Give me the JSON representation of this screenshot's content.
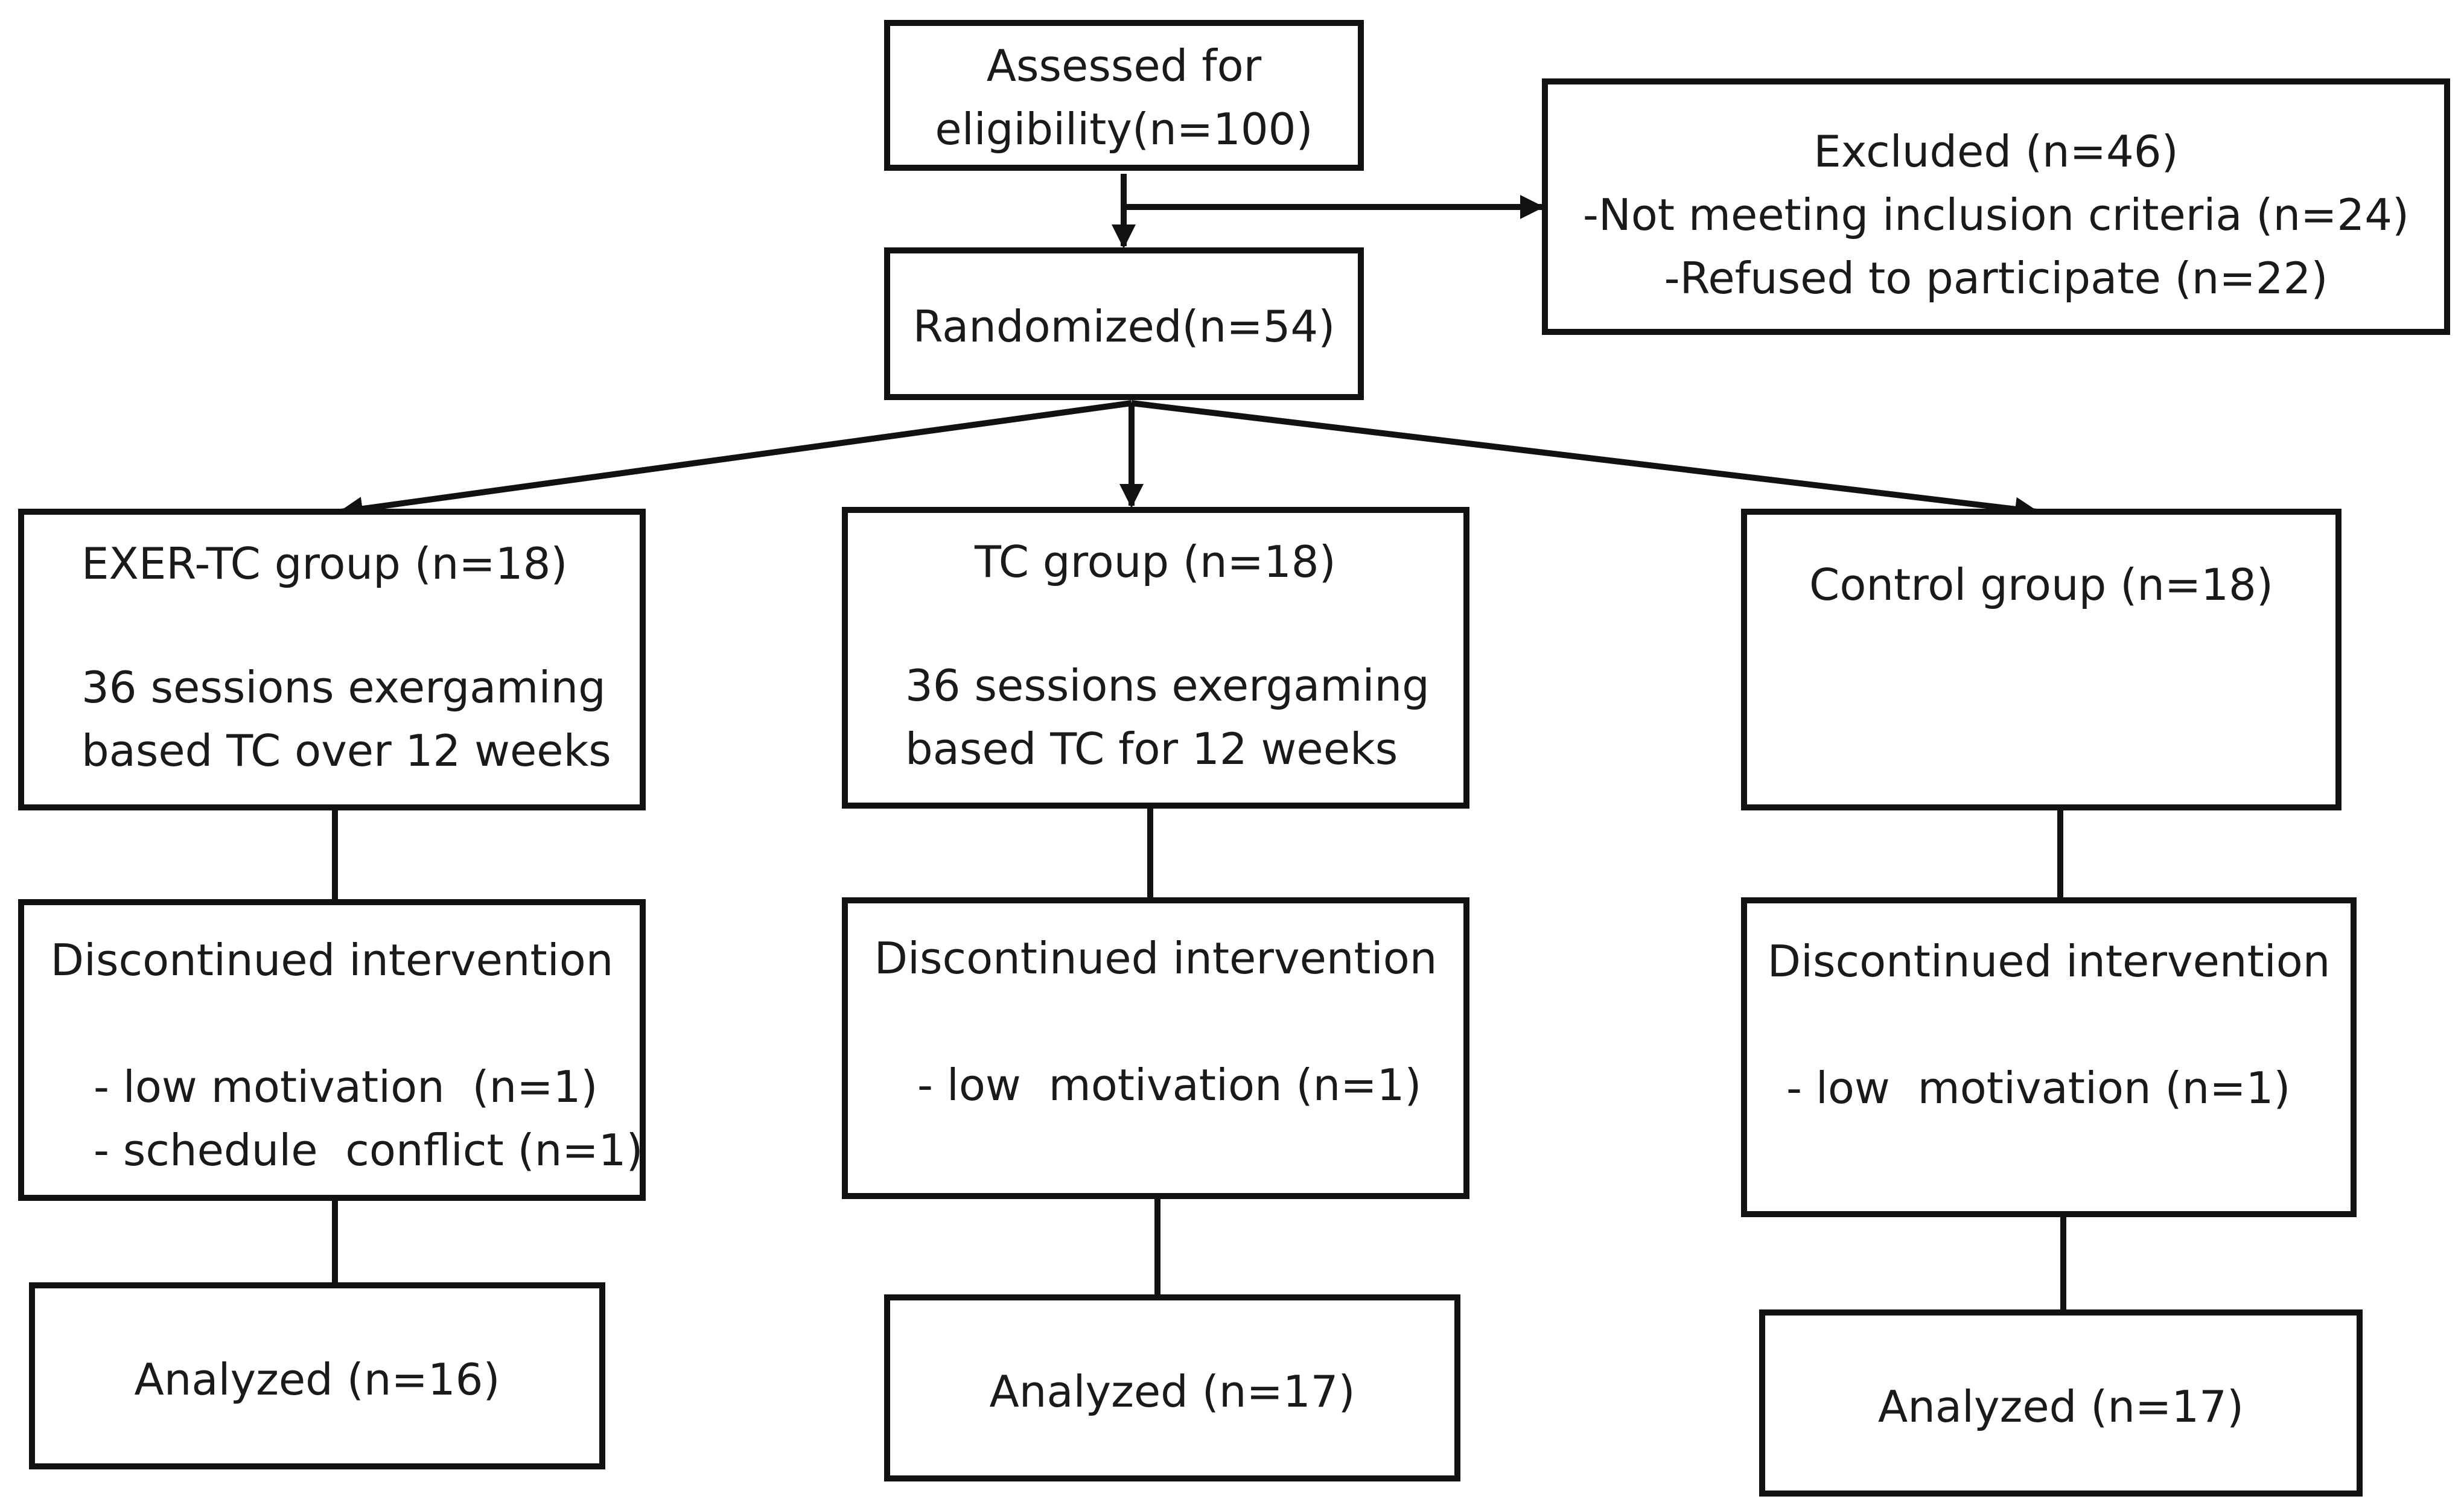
{
  "assessed": {
    "line1": "Assessed for",
    "line2": "eligibility(n=100)"
  },
  "excluded": {
    "title": "Excluded (n=46)",
    "reason1": "-Not meeting inclusion criteria (n=24)",
    "reason2": "-Refused to participate (n=22)"
  },
  "randomized": {
    "label": "Randomized(n=54)"
  },
  "groups": [
    {
      "title": "EXER-TC group (n=18)",
      "desc_line1": "36 sessions exergaming",
      "desc_line2": "based TC over 12 weeks",
      "discontinued_title": "Discontinued intervention",
      "discontinued_reasons": [
        "- low motivation  (n=1)",
        "- schedule  conflict (n=1)"
      ],
      "analyzed": "Analyzed (n=16)"
    },
    {
      "title": "TC group (n=18)",
      "desc_line1": "36 sessions exergaming",
      "desc_line2": "based TC for 12 weeks",
      "discontinued_title": "Discontinued intervention",
      "discontinued_reasons": [
        "- low  motivation (n=1)"
      ],
      "analyzed": "Analyzed (n=17)"
    },
    {
      "title": "Control group (n=18)",
      "discontinued_title": "Discontinued intervention",
      "discontinued_reasons": [
        "- low  motivation (n=1)"
      ],
      "analyzed": "Analyzed (n=17)"
    }
  ]
}
